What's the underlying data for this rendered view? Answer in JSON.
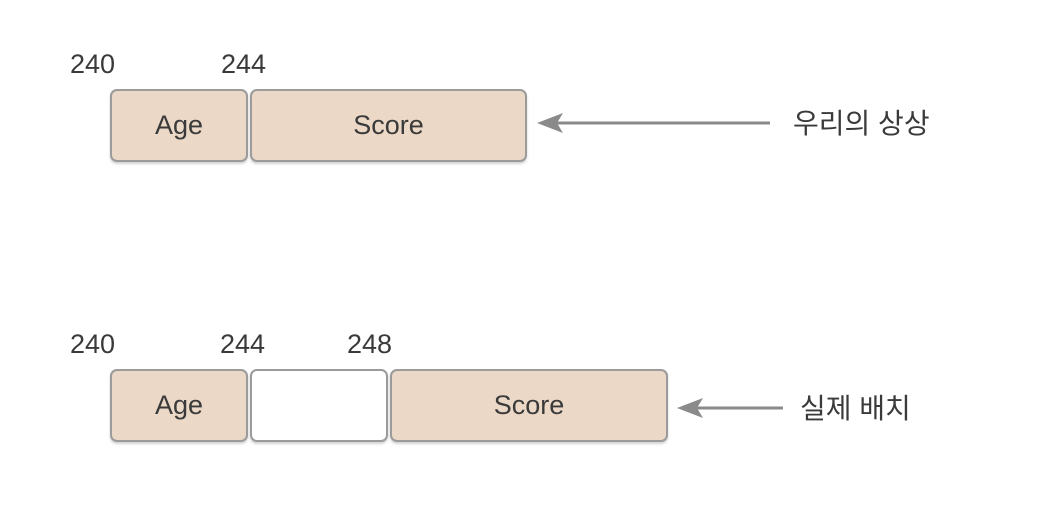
{
  "colors": {
    "background": "#ffffff",
    "box_fill": "#ebd8c7",
    "box_border": "#9b9b9b",
    "padding_fill": "#ffffff",
    "text": "#3a3a3a",
    "arrow": "#8a8a8a"
  },
  "rows": [
    {
      "name": "imagined-layout",
      "annotation": "우리의 상상",
      "addresses": [
        "240",
        "244"
      ],
      "cells": [
        {
          "label": "Age",
          "filled": true
        },
        {
          "label": "Score",
          "filled": true
        }
      ]
    },
    {
      "name": "actual-layout",
      "annotation": "실제 배치",
      "addresses": [
        "240",
        "244",
        "248"
      ],
      "cells": [
        {
          "label": "Age",
          "filled": true
        },
        {
          "label": "",
          "filled": false
        },
        {
          "label": "Score",
          "filled": true
        }
      ]
    }
  ]
}
